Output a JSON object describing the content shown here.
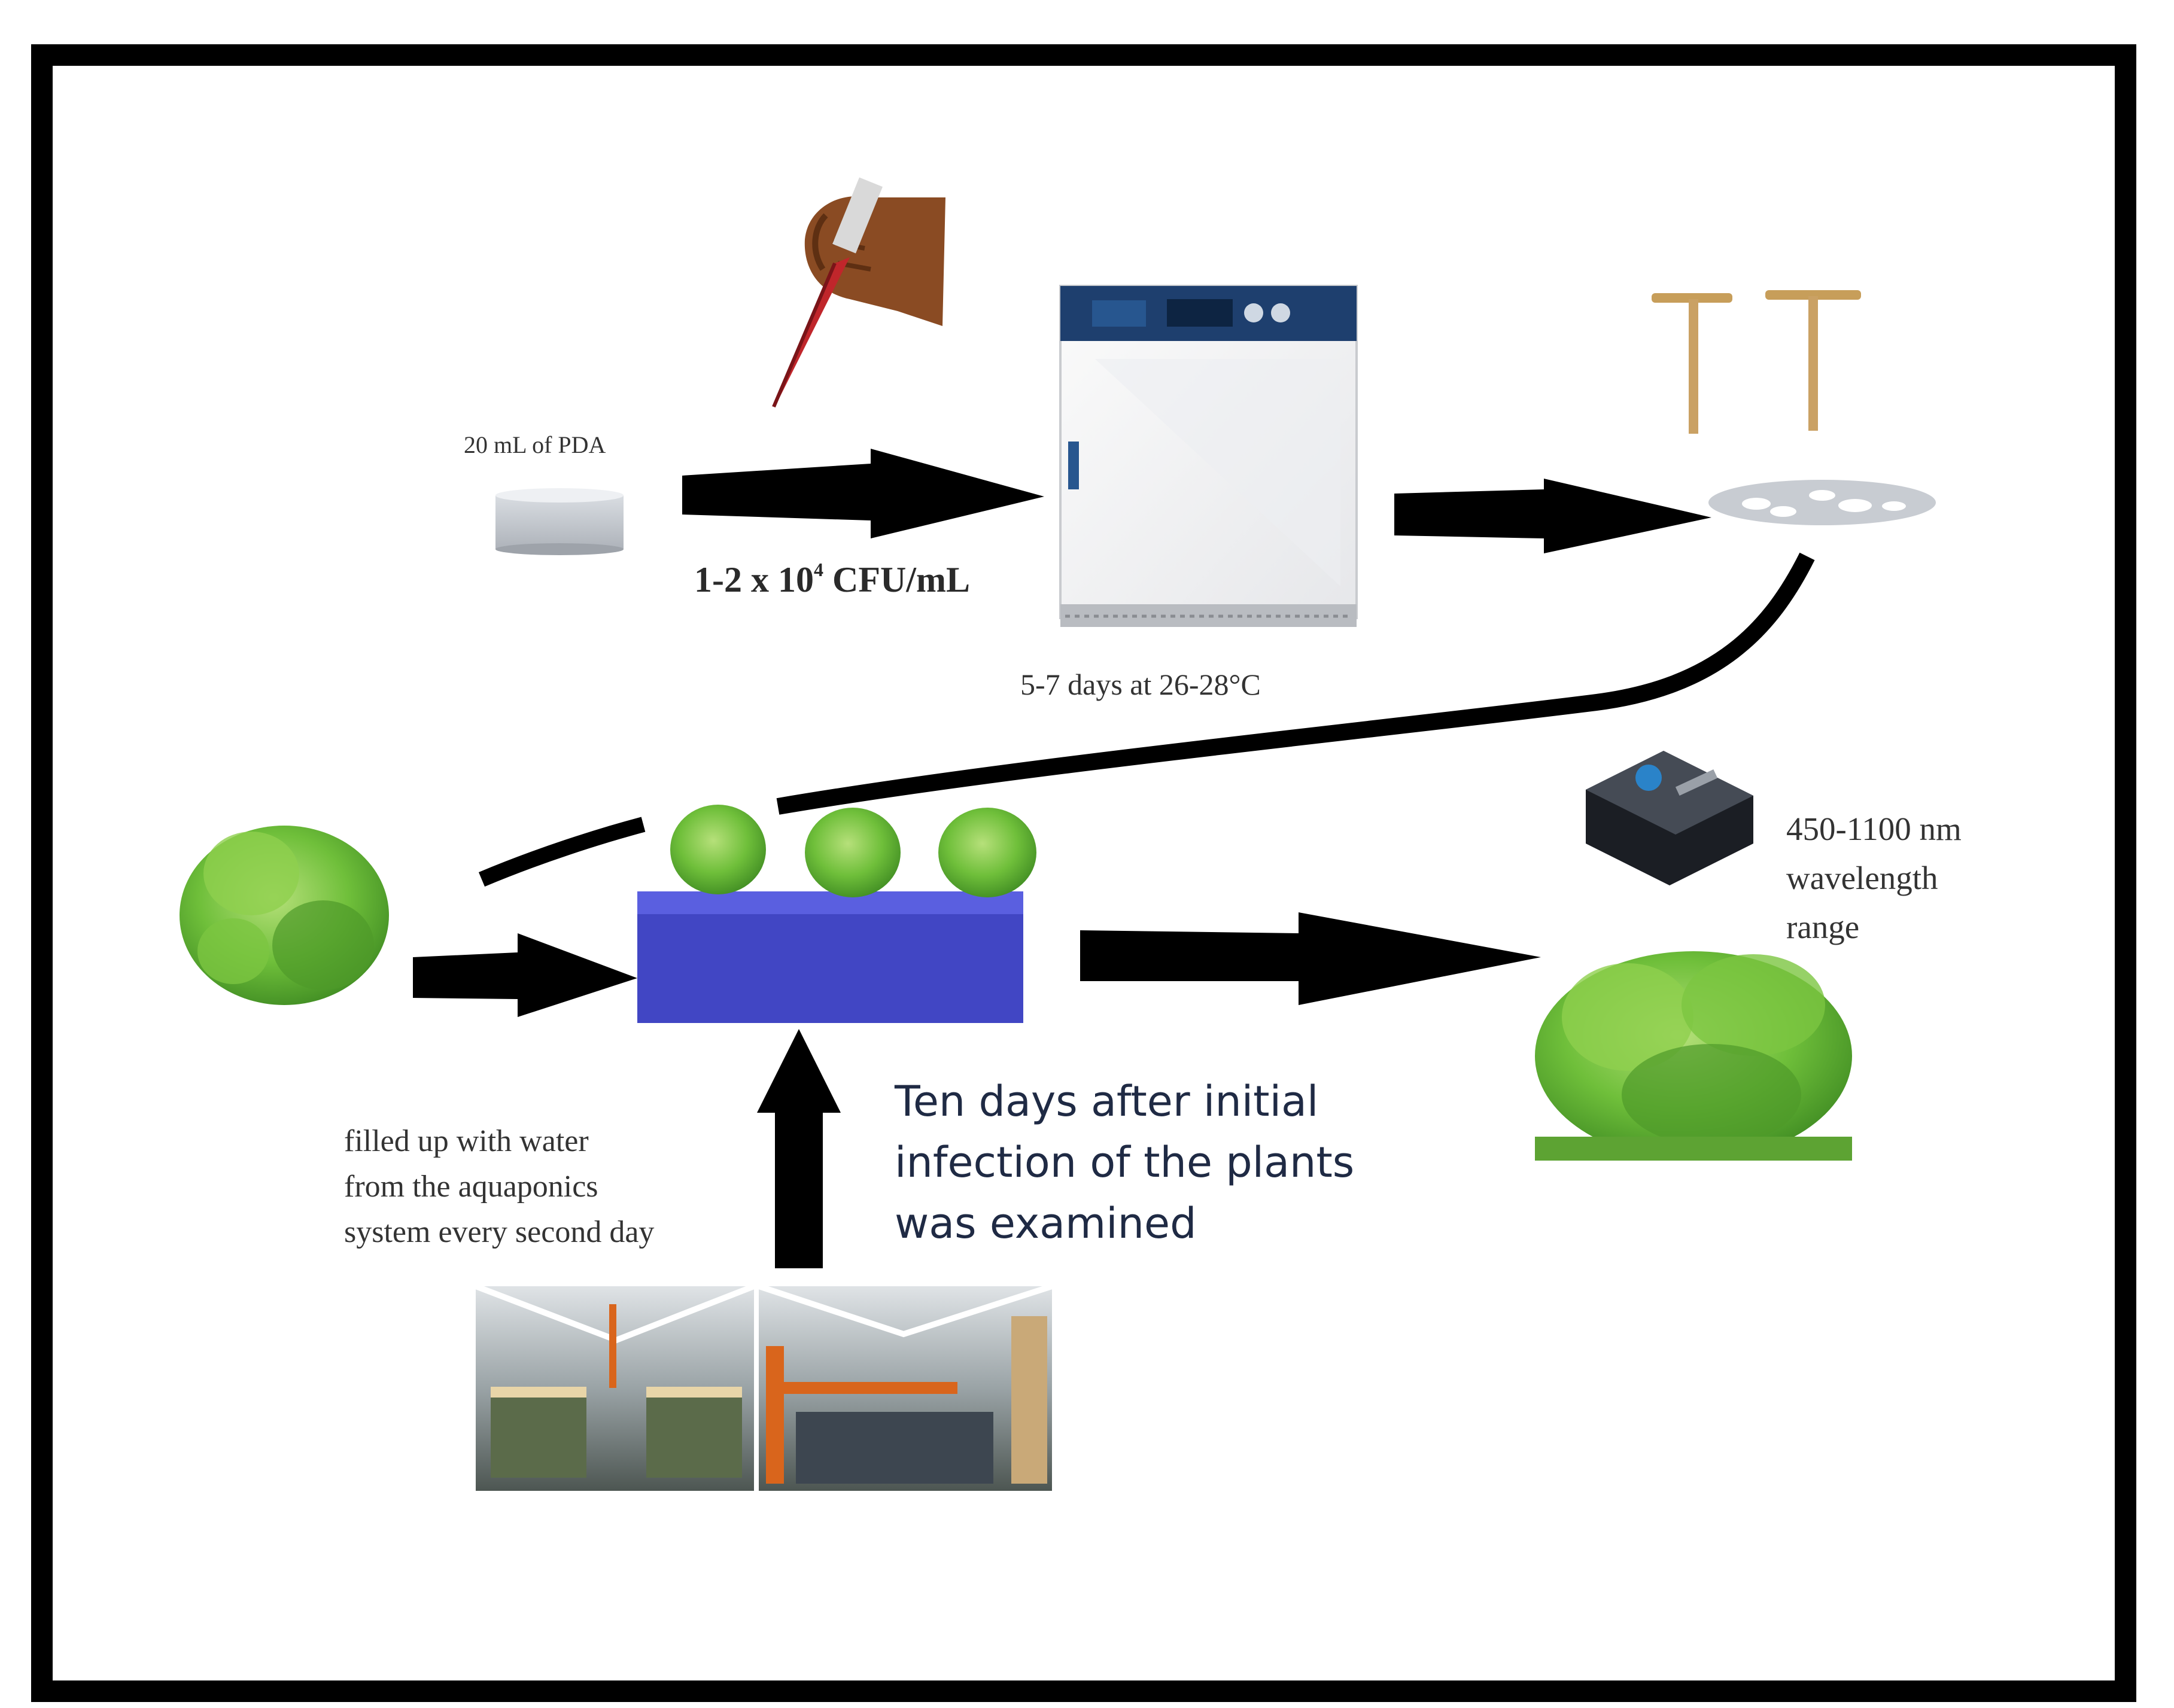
{
  "labels": {
    "pda": "20 mL of PDA",
    "concentration": "1-2 x 10",
    "concentration_exp": "4",
    "concentration_unit": " CFU/mL",
    "incubation": "5-7 days at 26-28°C",
    "wavelength": [
      "450-1100 nm",
      "wavelength",
      "range"
    ],
    "water": [
      "filled up with water",
      "from the aquaponics",
      "system every second day"
    ],
    "examination": [
      "Ten days after initial",
      "infection of the plants",
      "was examined"
    ]
  },
  "colors": {
    "frame": "#000000",
    "arrow": "#000000",
    "tank": "#4146c4",
    "tank_top": "#5a5fe0",
    "lettuce": "#6fbf3a",
    "lettuce_dark": "#3e8a22",
    "incubator_panel": "#1e3f6e",
    "pipette_red": "#c0262b",
    "petri": "#c8ccd2"
  },
  "icons": [
    "petri-dish-icon",
    "pipette-icon",
    "incubator-icon",
    "cork-borer-icon",
    "spectrometer-icon",
    "lettuce-icon",
    "hydroponic-tank-icon",
    "greenhouse-photo-icon"
  ]
}
